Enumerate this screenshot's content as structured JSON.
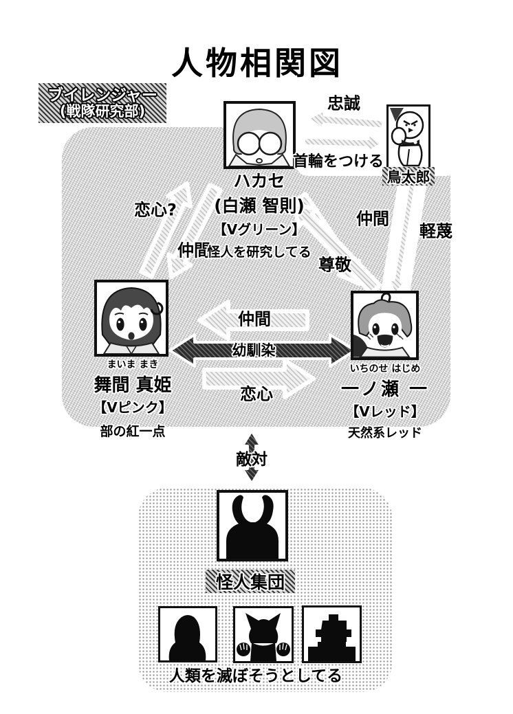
{
  "title": "人物相関図",
  "team": {
    "name": "ブイレンジャー",
    "subtitle": "(戦隊研究部)"
  },
  "characters": {
    "hakase": {
      "name": "ハカセ",
      "real_name": "(白瀬 智則)",
      "role": "【Vグリーン】",
      "note": "怪人を研究してる"
    },
    "toritaro": {
      "name": "鳥太郎"
    },
    "maki": {
      "furigana": "まいま まき",
      "name": "舞間 真姫",
      "role": "【Vピンク】",
      "note": "部の紅一点"
    },
    "hajime": {
      "furigana": "いちのせ はじめ",
      "name": "一ノ瀬 一",
      "role": "【Vレッド】",
      "note": "天然系レッド"
    }
  },
  "relations": {
    "loyalty": "忠誠",
    "put_collar": "首輪をつける",
    "love_maybe": "恋心?",
    "nakama_hakase_maki": "仲間",
    "nakama_hakase_hajime": "仲間",
    "respect": "尊敬",
    "contempt": "軽蔑",
    "nakama_pair": "仲間",
    "childhood_friends": "幼馴染",
    "love": "恋心",
    "hostility": "敵対"
  },
  "villains": {
    "group_name": "怪人集団",
    "note": "人類を滅ぼそうとしてる"
  },
  "colors": {
    "ink": "#000000",
    "paper": "#ffffff",
    "halftone": "#b4b4b4"
  }
}
